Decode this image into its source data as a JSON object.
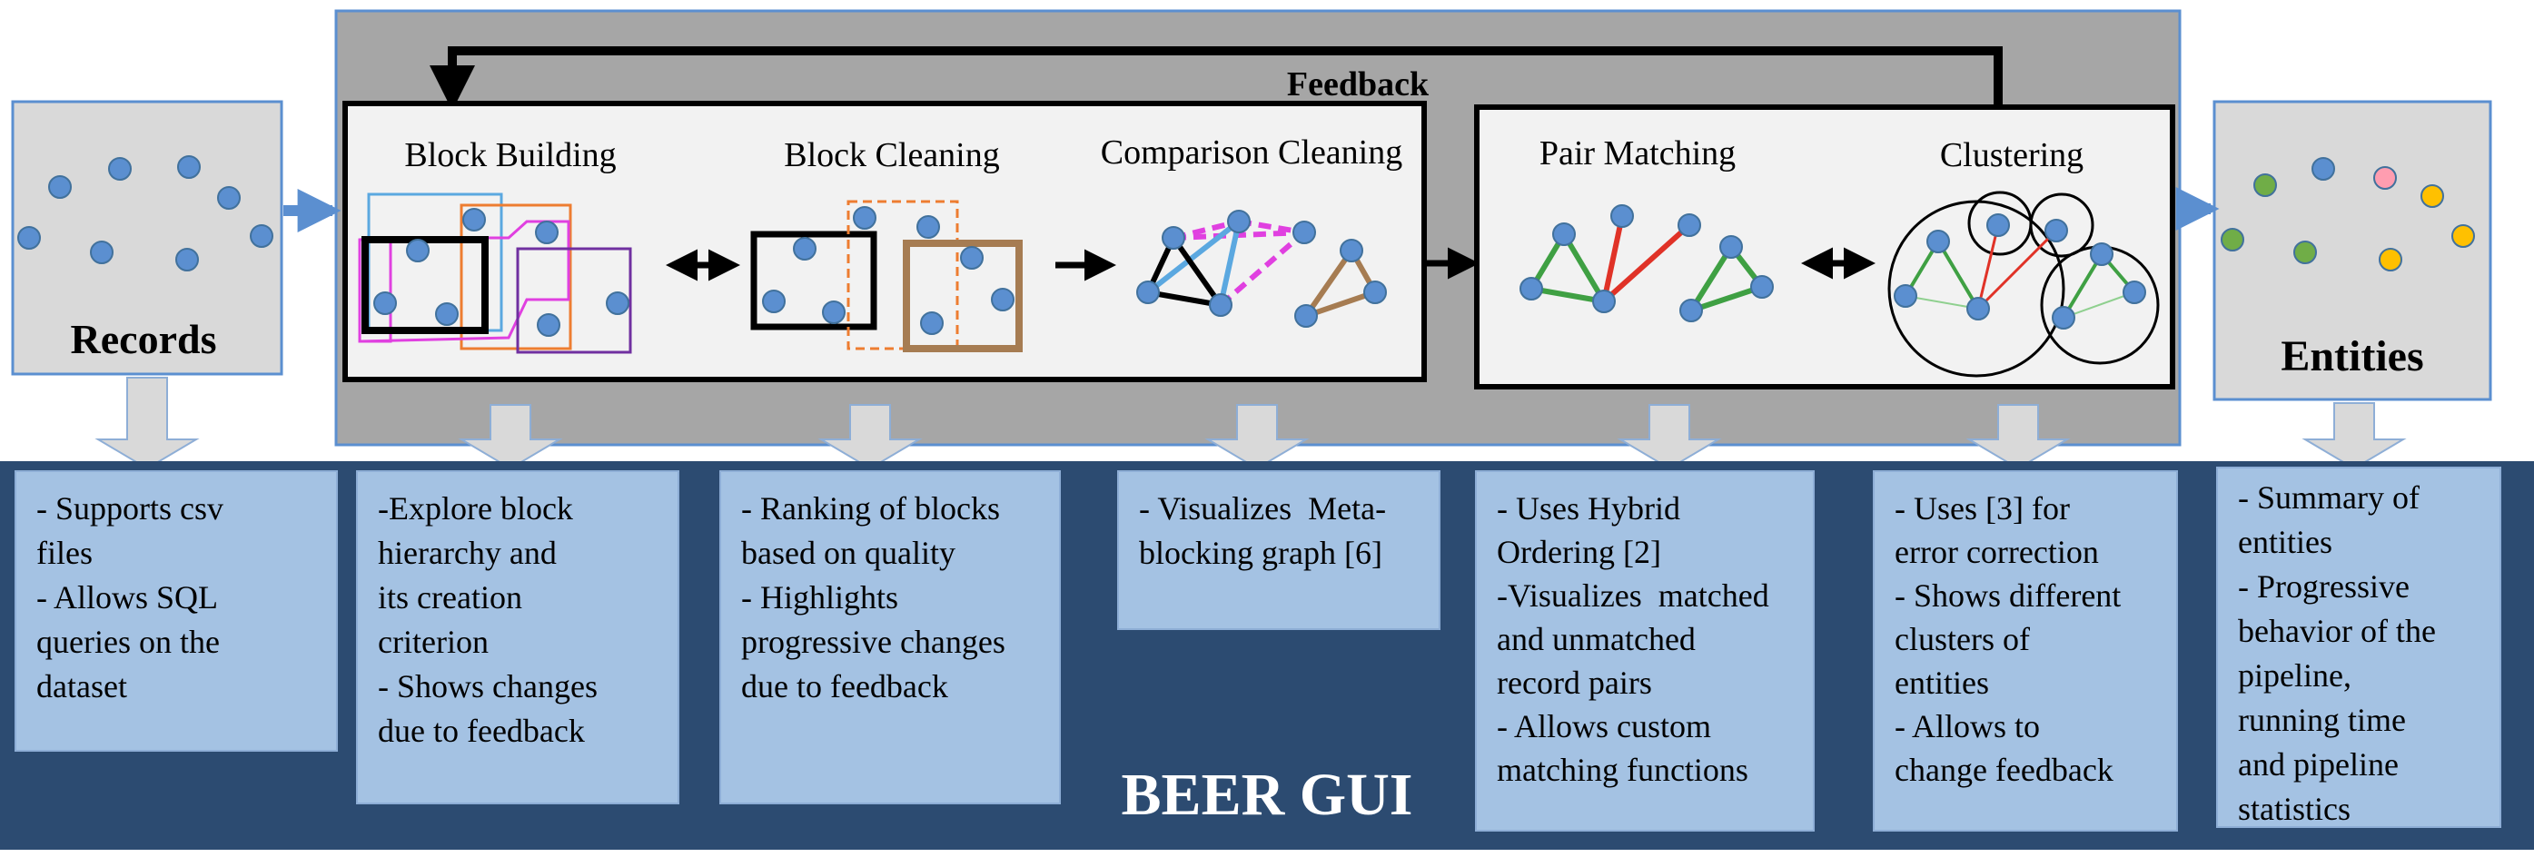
{
  "diagram": {
    "feedback_label": "Feedback",
    "records_label": "Records",
    "entities_label": "Entities",
    "stages": [
      "Block Building",
      "Block Cleaning",
      "Comparison Cleaning",
      "Pair Matching",
      "Clustering"
    ],
    "gui_title": "BEER GUI",
    "colors": {
      "pipeline_bg": "#a6a6a6",
      "panel_bg": "#f2f2f2",
      "band_bg": "#2c4b71",
      "desc_box_bg": "#a4c2e3",
      "node": "#5b8fd0",
      "match_edge": "#3fa043",
      "nonmatch_edge": "#e03227",
      "orange": "#ed7d31",
      "magenta": "#e040e0",
      "purple": "#7030a0",
      "brown": "#a67c52"
    },
    "descriptions": [
      [
        "- Supports csv",
        "files",
        "- Allows SQL",
        "queries on the",
        "dataset"
      ],
      [
        "-Explore block",
        "hierarchy and",
        "its creation",
        "criterion",
        "- Shows changes",
        "due to feedback"
      ],
      [
        "- Ranking of blocks",
        "based on quality",
        "- Highlights",
        "progressive changes",
        "due to feedback"
      ],
      [
        "- Visualizes  Meta-",
        "blocking graph [6]"
      ],
      [
        "- Uses Hybrid",
        "Ordering [2]",
        "-Visualizes  matched",
        "and unmatched",
        "record pairs",
        "- Allows custom",
        "matching functions"
      ],
      [
        "- Uses [3] for",
        "error correction",
        "- Shows different",
        "clusters of",
        "entities",
        "- Allows to",
        "change feedback"
      ],
      [
        "- Summary of",
        "entities",
        "- Progressive",
        "behavior of the",
        "pipeline,",
        "running time",
        "and pipeline",
        "statistics"
      ]
    ]
  }
}
